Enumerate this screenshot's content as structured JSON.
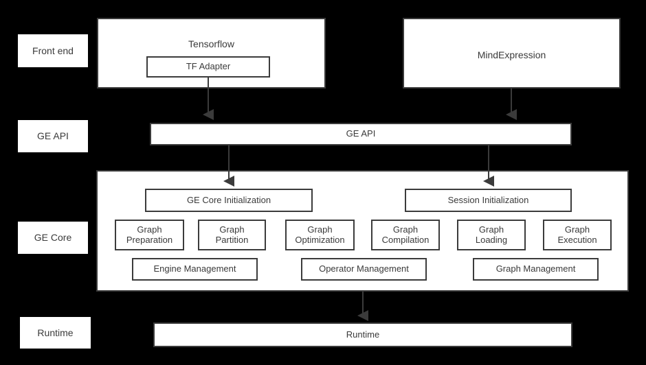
{
  "diagram": {
    "background_color": "#000000",
    "box_fill": "#ffffff",
    "border_color": "#3b3b3b",
    "text_color": "#3a3a3a"
  },
  "layer_labels": [
    {
      "id": "front-end",
      "label": "Front end"
    },
    {
      "id": "ge-api",
      "label": "GE API"
    },
    {
      "id": "ge-core",
      "label": "GE Core"
    },
    {
      "id": "runtime",
      "label": "Runtime"
    }
  ],
  "frontend": {
    "tensorflow": {
      "title": "Tensorflow",
      "child": "TF Adapter"
    },
    "mindexpression": {
      "title": "MindExpression"
    }
  },
  "ge_api_bar": {
    "label": "GE API"
  },
  "ge_core": {
    "init_boxes": [
      {
        "label": "GE Core Initialization"
      },
      {
        "label": "Session Initialization"
      }
    ],
    "units": [
      {
        "label": "Graph\nPreparation"
      },
      {
        "label": "Graph\nPartition"
      },
      {
        "label": "Graph\nOptimization"
      },
      {
        "label": "Graph\nCompilation"
      },
      {
        "label": "Graph\nLoading"
      },
      {
        "label": "Graph\nExecution"
      }
    ],
    "management": [
      {
        "label": "Engine Management"
      },
      {
        "label": "Operator Management"
      },
      {
        "label": "Graph Management"
      }
    ]
  },
  "runtime_bar": {
    "label": "Runtime"
  }
}
